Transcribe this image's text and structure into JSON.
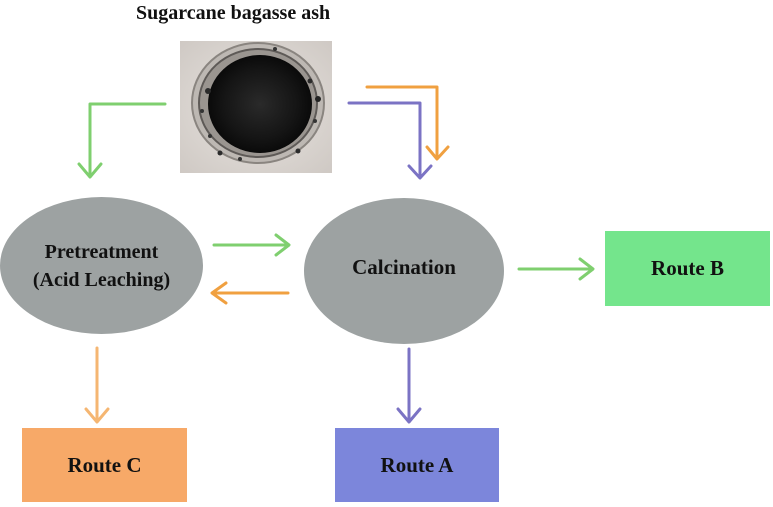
{
  "title": "Sugarcane bagasse ash",
  "nodes": {
    "pretreatment": {
      "line1": "Pretreatment",
      "line2": "(Acid Leaching)"
    },
    "calcination": {
      "label": "Calcination"
    },
    "route_a": {
      "label": "Route A"
    },
    "route_b": {
      "label": "Route B"
    },
    "route_c": {
      "label": "Route C"
    }
  },
  "colors": {
    "green": "#7fcf6f",
    "orange": "#f0a040",
    "purple": "#7b73c4",
    "light_orange": "#f5b672",
    "ellipse": "#9da2a2",
    "route_a": "#7c86db",
    "route_b": "#74e58c",
    "route_c": "#f7a968"
  }
}
